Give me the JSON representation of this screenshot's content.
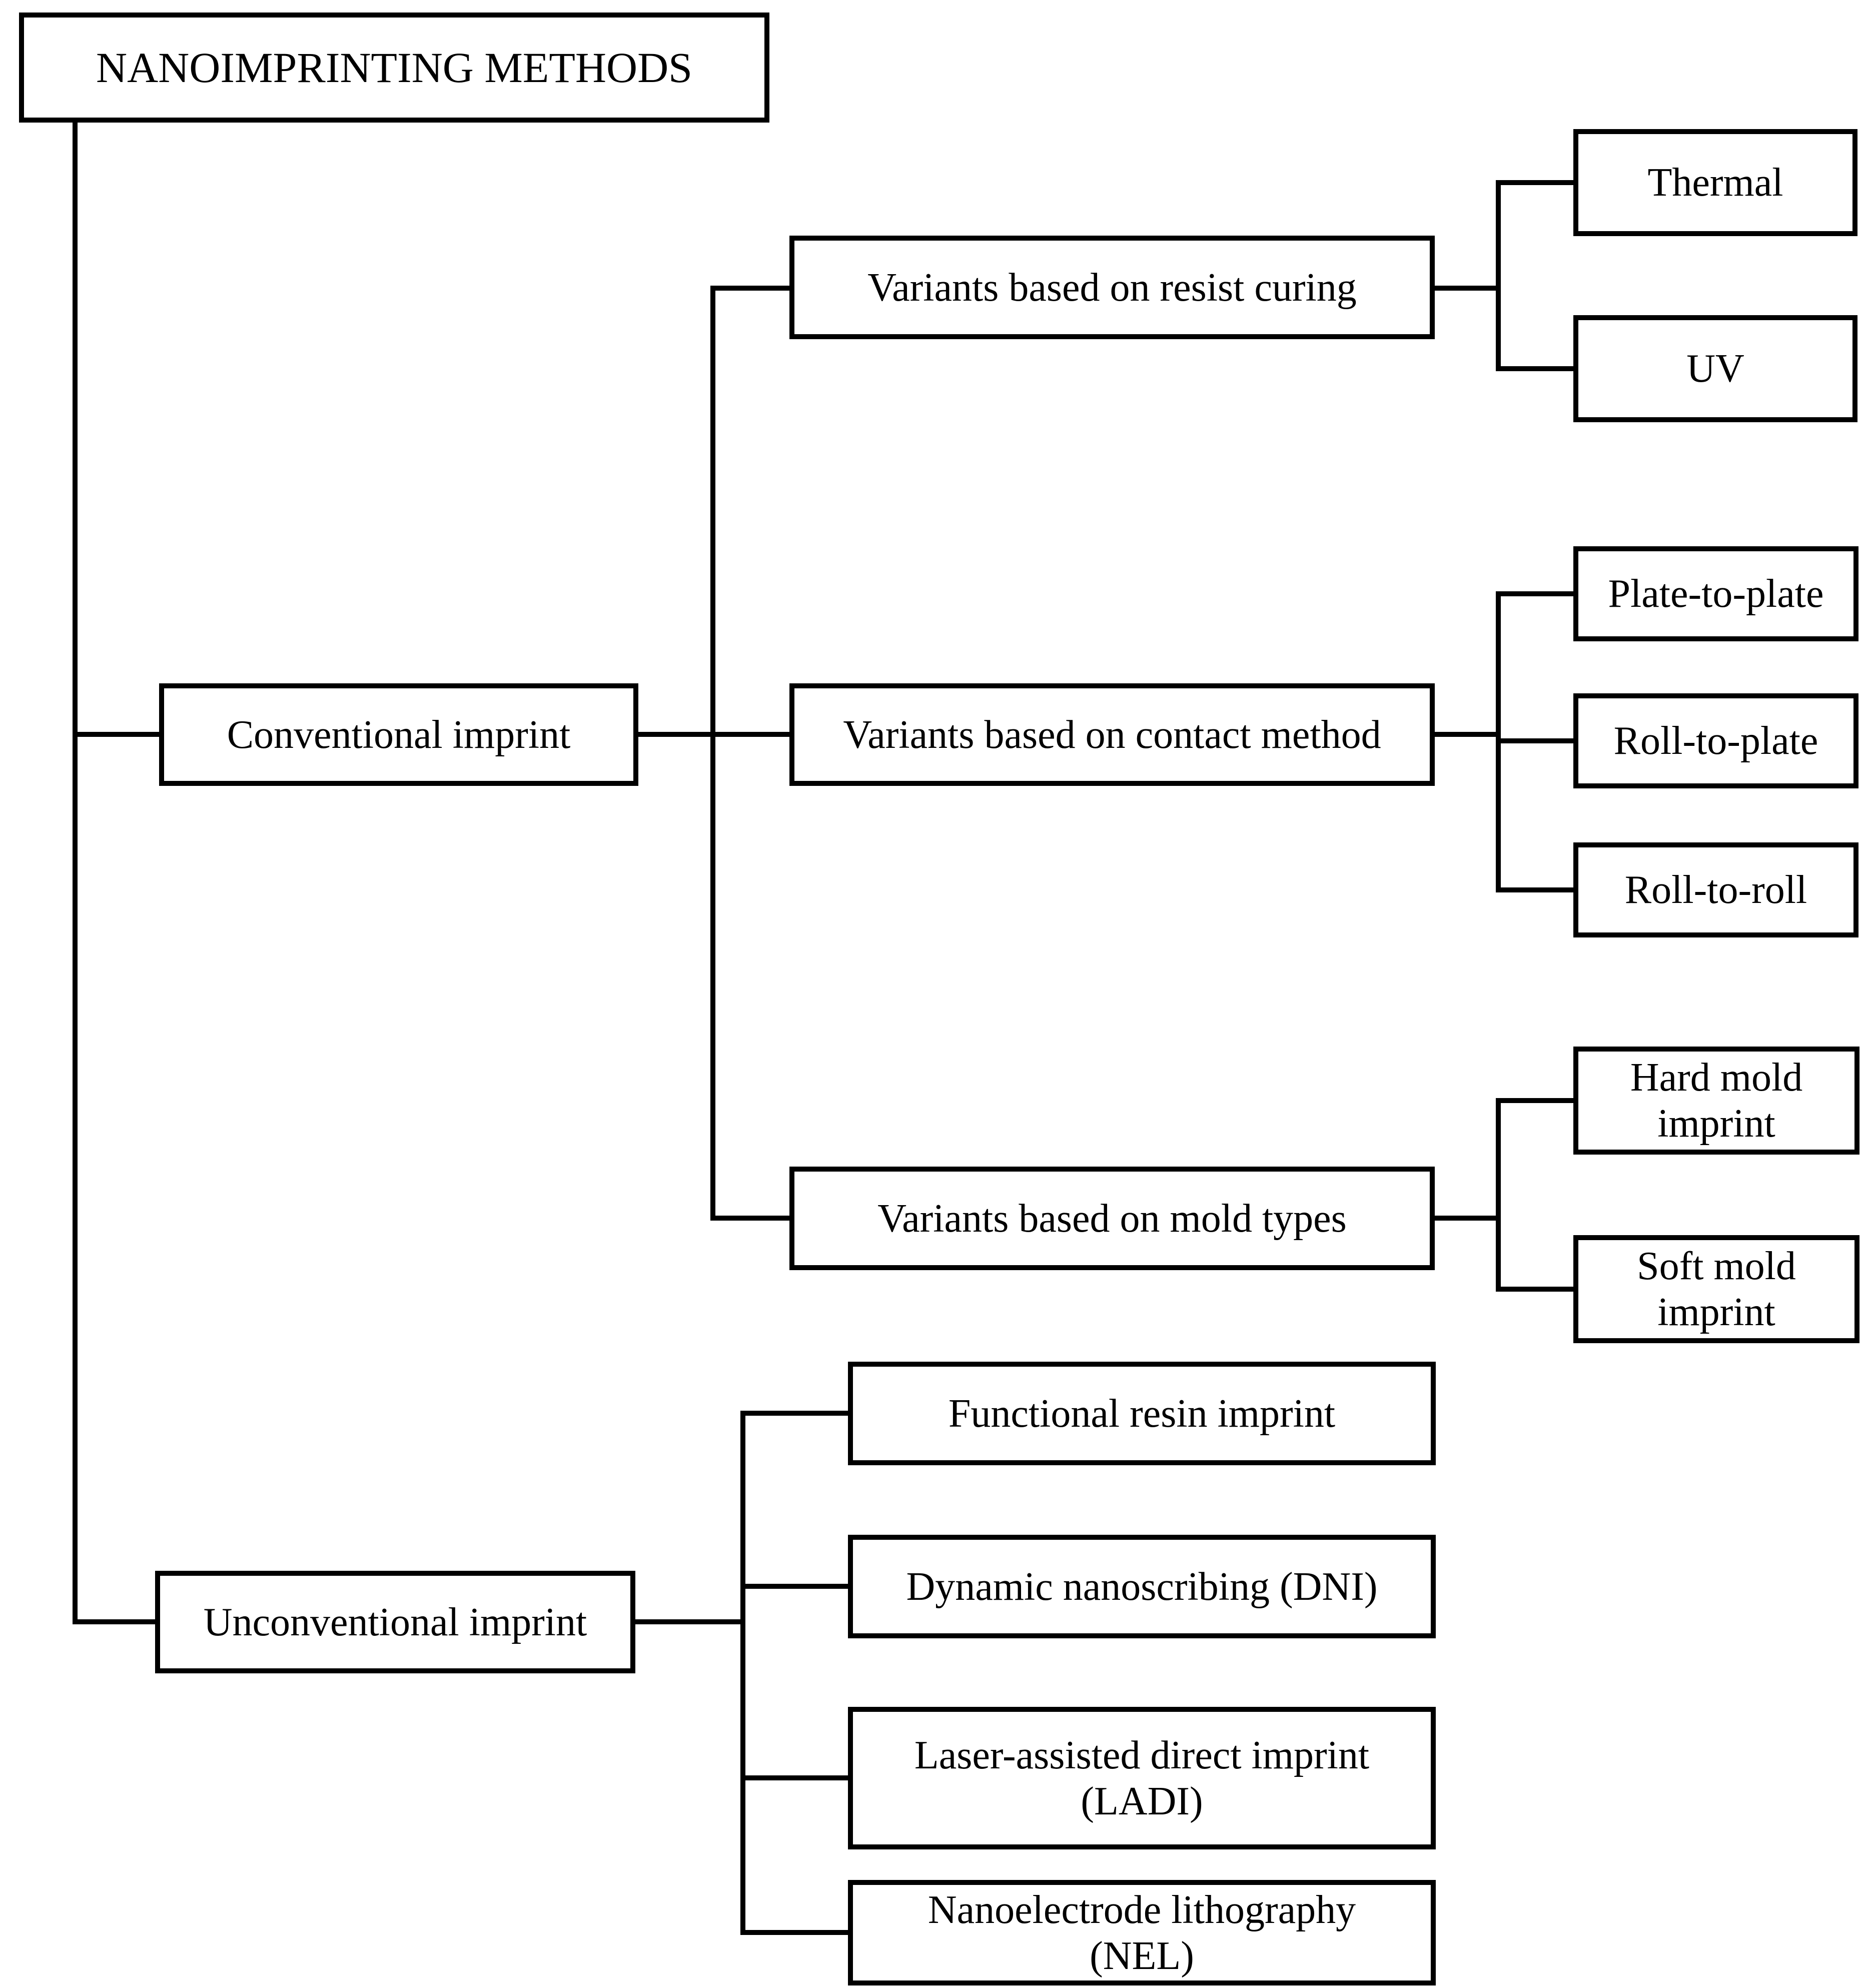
{
  "diagram": {
    "type": "tree-flowchart",
    "colors": {
      "background": "#ffffff",
      "line": "#000000",
      "text": "#000000",
      "box_fill": "#ffffff"
    },
    "nodes": {
      "root": {
        "label": "NANOIMPRINTING METHODS"
      },
      "conventional": {
        "label": "Conventional imprint"
      },
      "unconventional": {
        "label": "Unconventional imprint"
      },
      "resist_curing": {
        "label": "Variants based on resist curing"
      },
      "thermal": {
        "label": "Thermal"
      },
      "uv": {
        "label": "UV"
      },
      "contact_method": {
        "label": "Variants based on contact method"
      },
      "plate_to_plate": {
        "label": "Plate-to-plate"
      },
      "roll_to_plate": {
        "label": "Roll-to-plate"
      },
      "roll_to_roll": {
        "label": "Roll-to-roll"
      },
      "mold_types": {
        "label": "Variants based on mold types"
      },
      "hard_mold": {
        "label": "Hard mold\nimprint"
      },
      "soft_mold": {
        "label": "Soft mold\nimprint"
      },
      "functional_resin": {
        "label": "Functional resin imprint"
      },
      "dni": {
        "label": "Dynamic nanoscribing (DNI)"
      },
      "ladi": {
        "label": "Laser-assisted direct imprint\n(LADI)"
      },
      "nel": {
        "label": "Nanoelectrode lithography\n(NEL)"
      }
    },
    "edges": [
      {
        "from": "root",
        "to": "conventional"
      },
      {
        "from": "root",
        "to": "unconventional"
      },
      {
        "from": "conventional",
        "to": "resist_curing"
      },
      {
        "from": "conventional",
        "to": "contact_method"
      },
      {
        "from": "conventional",
        "to": "mold_types"
      },
      {
        "from": "resist_curing",
        "to": "thermal"
      },
      {
        "from": "resist_curing",
        "to": "uv"
      },
      {
        "from": "contact_method",
        "to": "plate_to_plate"
      },
      {
        "from": "contact_method",
        "to": "roll_to_plate"
      },
      {
        "from": "contact_method",
        "to": "roll_to_roll"
      },
      {
        "from": "mold_types",
        "to": "hard_mold"
      },
      {
        "from": "mold_types",
        "to": "soft_mold"
      },
      {
        "from": "unconventional",
        "to": "functional_resin"
      },
      {
        "from": "unconventional",
        "to": "dni"
      },
      {
        "from": "unconventional",
        "to": "ladi"
      },
      {
        "from": "unconventional",
        "to": "nel"
      }
    ]
  }
}
